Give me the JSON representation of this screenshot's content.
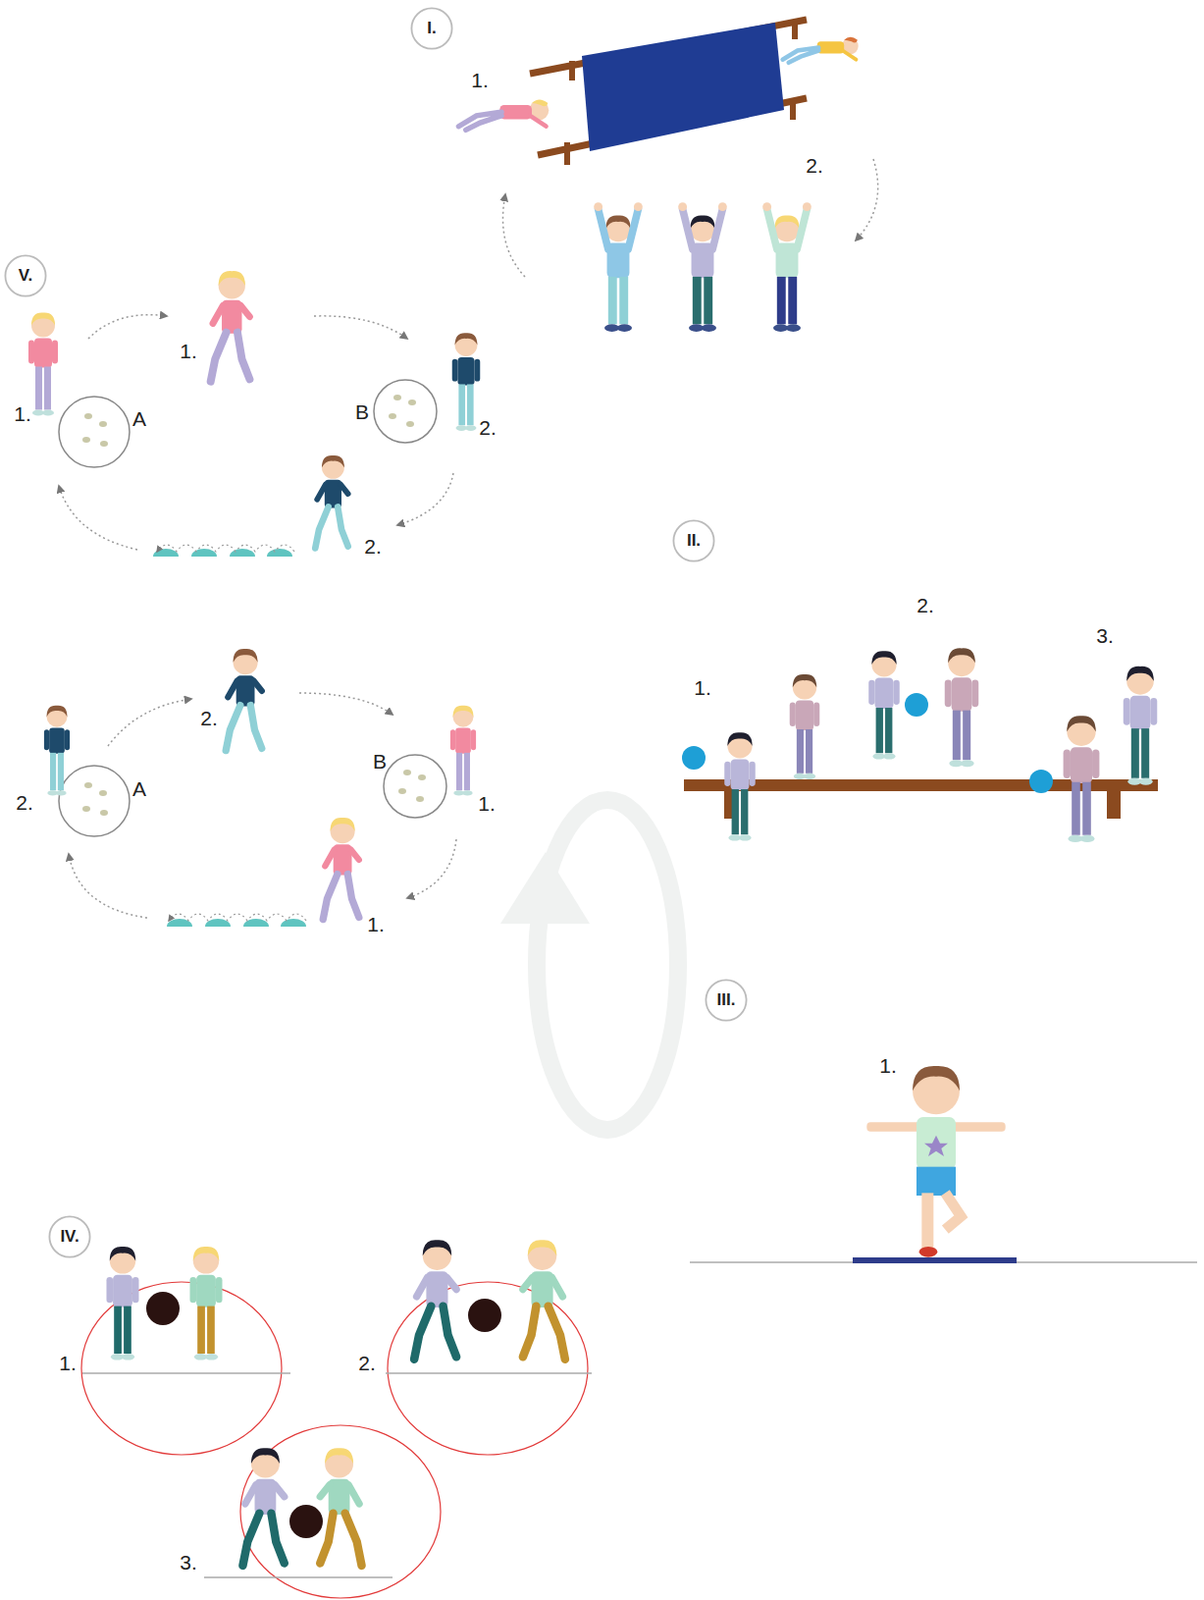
{
  "diagram": {
    "nodes": [
      {
        "text": [
          "I."
        ]
      },
      {
        "text": [
          "V."
        ]
      },
      {
        "text": [
          "II."
        ]
      },
      {
        "text": [
          "III."
        ]
      },
      {
        "text": [
          "IV."
        ]
      }
    ],
    "labels": [
      "1.",
      "2.",
      "1.",
      "1.",
      "A",
      "B",
      "2.",
      "2.",
      "2.",
      "2.",
      "A",
      "B",
      "1.",
      "1.",
      "1.",
      "2.",
      "3.",
      "1.",
      "1.",
      "2.",
      "3."
    ]
  }
}
